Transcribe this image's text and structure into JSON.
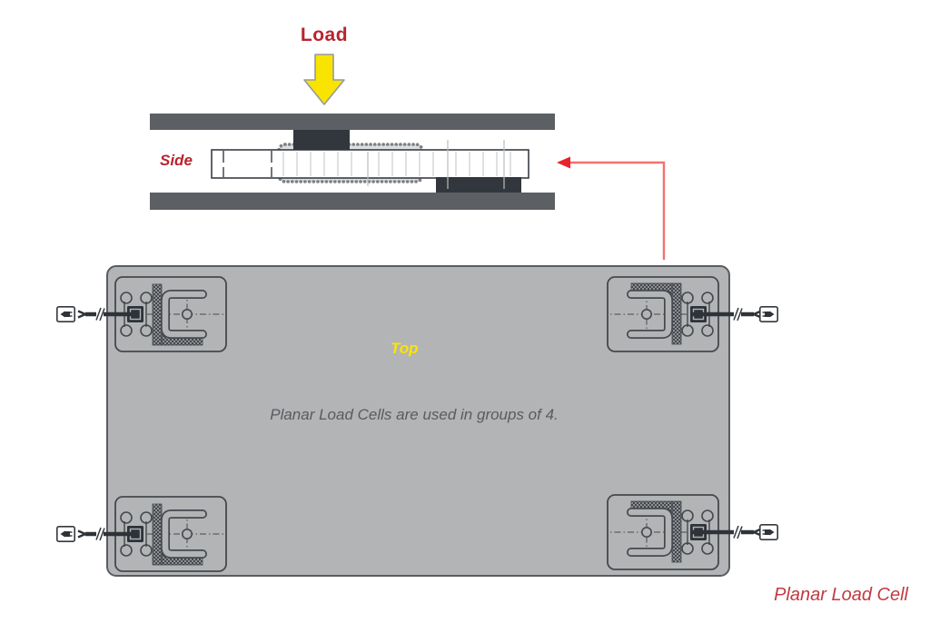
{
  "side_view": {
    "load_label": "Load",
    "view_label": "Side",
    "components": [
      "top-plate",
      "bottom-plate",
      "load-cell-beam",
      "upper-load-button",
      "lower-load-button",
      "elastomer-pad"
    ]
  },
  "top_view": {
    "view_label": "Top",
    "caption": "Planar Load Cells are used in groups of 4.",
    "load_cell_count": 4,
    "load_cell_positions": [
      "top-left",
      "top-right",
      "bottom-left",
      "bottom-right"
    ],
    "cell_components": [
      "mounting-plate",
      "bolt-holes",
      "cable-clamp",
      "cable",
      "cable-break-mark",
      "connector-plug",
      "flexure-cutout",
      "load-button",
      "strain-relief-hatch"
    ]
  },
  "footer": {
    "title": "Planar Load Cell"
  },
  "colors": {
    "accent_red": "#b8242e",
    "title_red": "#c23a41",
    "pointer_line_red": "#f4716f",
    "pointer_head_red": "#e9222b",
    "highlight_yellow": "#f8e400",
    "top_label_yellow": "#ffe400",
    "panel_gray": "#b2b4b6",
    "plate_bar_gray": "#5c6064",
    "block_dark": "#31373d",
    "outline_dark": "#45484d",
    "caption_gray": "#595b60",
    "background": "#ffffff"
  }
}
